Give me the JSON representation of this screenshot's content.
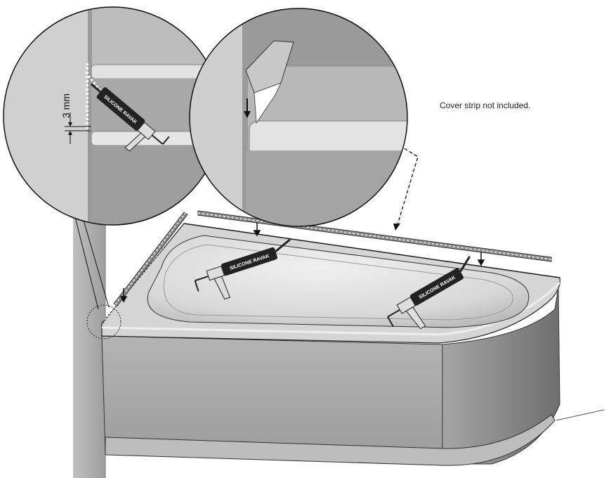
{
  "caption": "Cover strip not included.",
  "dimension_label": "3 mm",
  "cartridge_label": "SILICONE RAVAK",
  "colors": {
    "wall": "#9a9a9a",
    "wall_light": "#b9b9b9",
    "panel": "#a7a7a7",
    "rim": "#d4d4d4",
    "basin": "#e1e1e1",
    "outline": "#1a1a1a",
    "gun_body": "#222222"
  }
}
